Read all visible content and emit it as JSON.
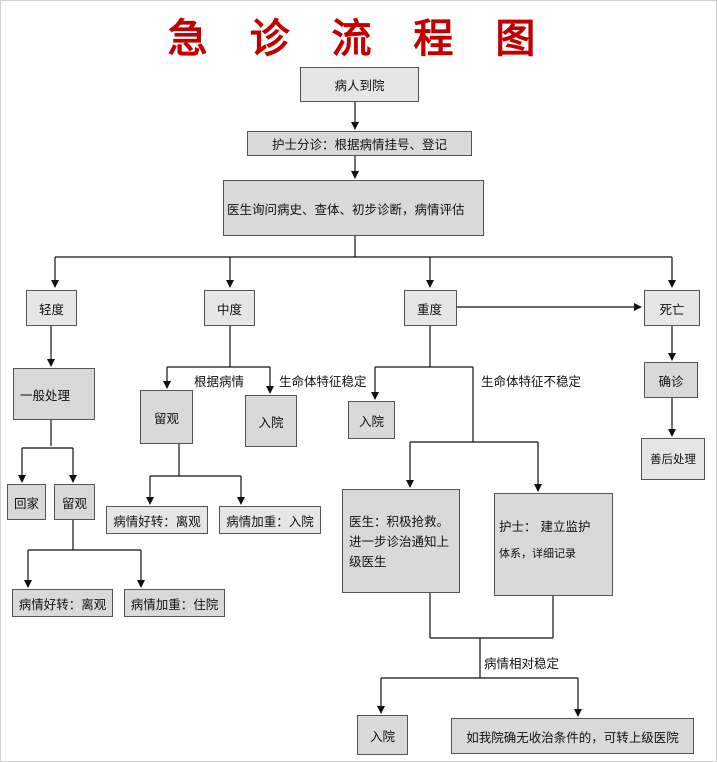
{
  "title": "急 诊 流 程 图",
  "nodes": {
    "arrive": "病人到院",
    "triage": "护士分诊：根据病情挂号、登记",
    "doctor_eval": "医生询问病史、查体、初步诊断，病情评估",
    "mild": "轻度",
    "moderate": "中度",
    "severe": "重度",
    "death": "死亡",
    "general_treat": "一般处理",
    "go_home": "回家",
    "observe_mild": "留观",
    "mild_better": "病情好转：离观",
    "mild_worse": "病情加重：住院",
    "observe_mod": "留观",
    "admit_mod": "入院",
    "mod_better": "病情好转：离观",
    "mod_worse": "病情加重：入院",
    "admit_severe": "入院",
    "doctor_rescue": "医生：积极抢救。进一步诊治通知上级医生",
    "nurse_monitor_1": "护士：  建立监护",
    "nurse_monitor_2": "体系，详细记录",
    "confirm": "确诊",
    "aftercare": "善后处理",
    "admit_final": "入院",
    "transfer": "如我院确无收治条件的，可转上级医院"
  },
  "labels": {
    "by_condition": "根据病情",
    "vitals_stable": "生命体特征稳定",
    "vitals_unstable": "生命体特征不稳定",
    "relatively_stable": "病情相对稳定"
  }
}
